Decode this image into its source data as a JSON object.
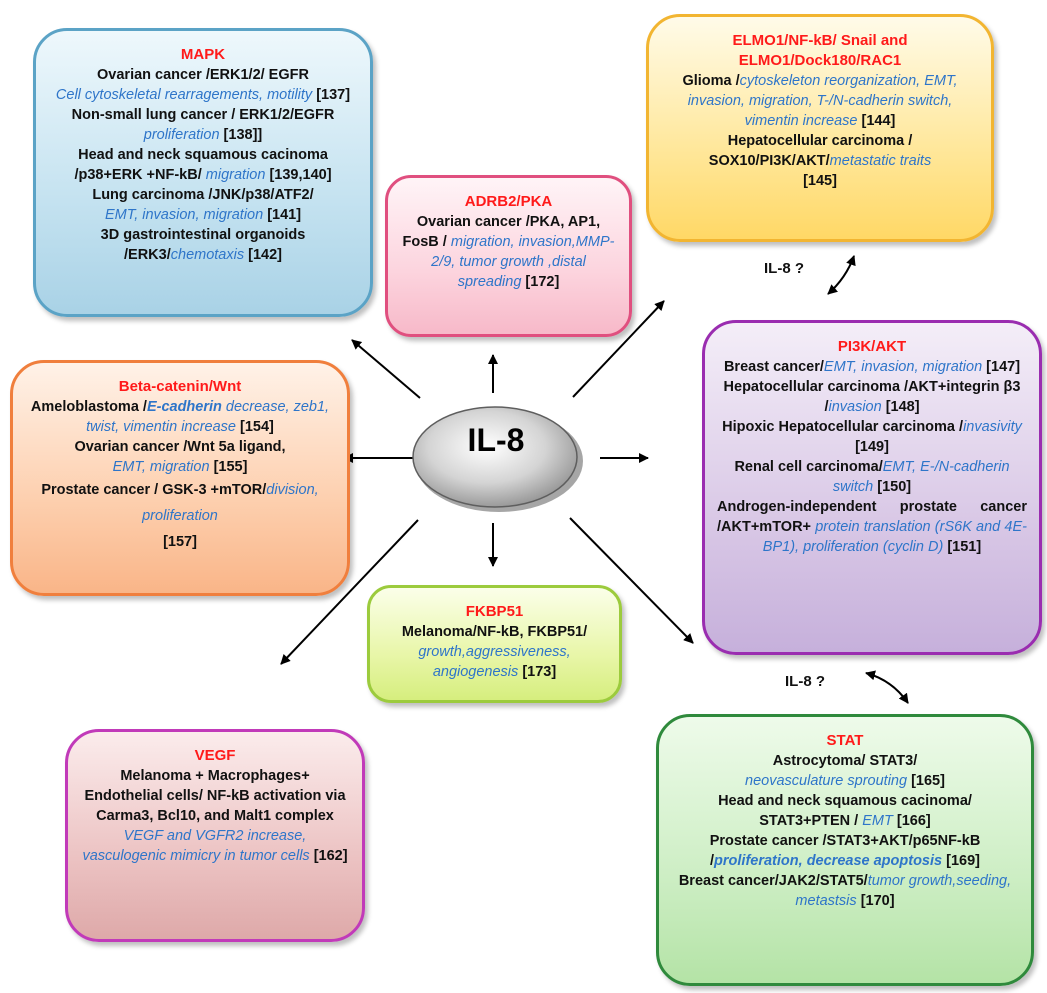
{
  "center": {
    "label": "IL-8"
  },
  "questions": {
    "top": "IL-8 ?",
    "bottom": "IL-8 ?"
  },
  "mapk": {
    "title": "MAPK",
    "l1": "Ovarian cancer /ERK1/2/ EGFR",
    "l1_effect": "Cell cytoskeletal rearragements, motility",
    "l1_ref": "[137]",
    "l2": "Non-small lung cancer / ERK1/2/EGFR",
    "l2_effect": "proliferation",
    "l2_ref": "[138]]",
    "l3": "Head and neck squamous cacinoma /p38+ERK +NF-kB/",
    "l3_effect": "migration",
    "l3_ref": "[139,140]",
    "l4": "Lung carcinoma /JNK/p38/ATF2/",
    "l4_effect": "EMT, invasion, migration",
    "l4_ref": "[141]",
    "l5": "3D gastrointestinal organoids /ERK3/",
    "l5_effect": "chemotaxis",
    "l5_ref": "[142]"
  },
  "adrb2": {
    "title": "ADRB2/PKA",
    "l1": "Ovarian cancer /PKA, AP1, FosB /",
    "l1_effect": "migration, invasion,MMP-2/9, tumor growth ,distal spreading",
    "l1_ref": "[172]"
  },
  "elmo": {
    "title1": "ELMO1/NF-kB/ Snail and",
    "title2": "ELMO1/Dock180/RAC1",
    "l1": "Glioma /",
    "l1_effect": "cytoskeleton reorganization, EMT, invasion, migration, T-/N-cadherin switch, vimentin increase",
    "l1_ref": "[144]",
    "l2": "Hepatocellular carcinoma / SOX10/PI3K/AKT/",
    "l2_effect": "metastatic traits",
    "l2_ref": "[145]"
  },
  "beta": {
    "title": "Beta-catenin/Wnt",
    "l1": "Ameloblastoma /",
    "l1_effect_bold": "E-cadherin",
    "l1_effect": "decrease, zeb1, twist, vimentin increase",
    "l1_ref": "[154]",
    "l2": "Ovarian cancer /Wnt 5a ligand,",
    "l2_effect": "EMT, migration",
    "l2_ref": "[155]",
    "l3": "Prostate cancer / GSK-3 +mTOR/",
    "l3_effect": "division, proliferation",
    "l3_ref": "[157]"
  },
  "pi3k": {
    "title": "PI3K/AKT",
    "l1": "Breast cancer/",
    "l1_effect": "EMT, invasion, migration",
    "l1_ref": "[147]",
    "l2": "Hepatocellular carcinoma /AKT+integrin β3 /",
    "l2_effect": "invasion",
    "l2_ref": "[148]",
    "l3": "Hipoxic Hepatocellular carcinoma /",
    "l3_effect": "invasivity",
    "l3_ref": "[149]",
    "l4": "Renal cell carcinoma/",
    "l4_effect": "EMT, E-/N-cadherin switch",
    "l4_ref": "[150]",
    "l5": "Androgen-independent prostate cancer /AKT+mTOR+",
    "l5_effect": "protein translation (rS6K and 4E-BP1), proliferation (cyclin D)",
    "l5_ref": "[151]"
  },
  "fkbp": {
    "title": "FKBP51",
    "l1": "Melanoma/NF-kB, FKBP51/",
    "l1_effect": "growth,aggressiveness, angiogenesis",
    "l1_ref": "[173]"
  },
  "vegf": {
    "title": "VEGF",
    "l1": "Melanoma + Macrophages+ Endothelial cells/ NF-kB activation via Carma3, Bcl10, and Malt1 complex",
    "l1_effect": "VEGF and VGFR2 increase, vasculogenic mimicry in tumor cells",
    "l1_ref": "[162]"
  },
  "stat": {
    "title": "STAT",
    "l1": "Astrocytoma/ STAT3/",
    "l1_effect": "neovasculature sprouting",
    "l1_ref": "[165]",
    "l2": "Head and neck squamous cacinoma/ STAT3+PTEN /",
    "l2_effect": "EMT",
    "l2_ref": "[166]",
    "l3": "Prostate cancer /STAT3+AKT/p65NF-kB /",
    "l3_effect": "proliferation, decrease apoptosis",
    "l3_ref": "[169]",
    "l4": "Breast cancer/JAK2/STAT5/",
    "l4_effect": "tumor growth,seeding, metastsis",
    "l4_ref": "[170]"
  }
}
